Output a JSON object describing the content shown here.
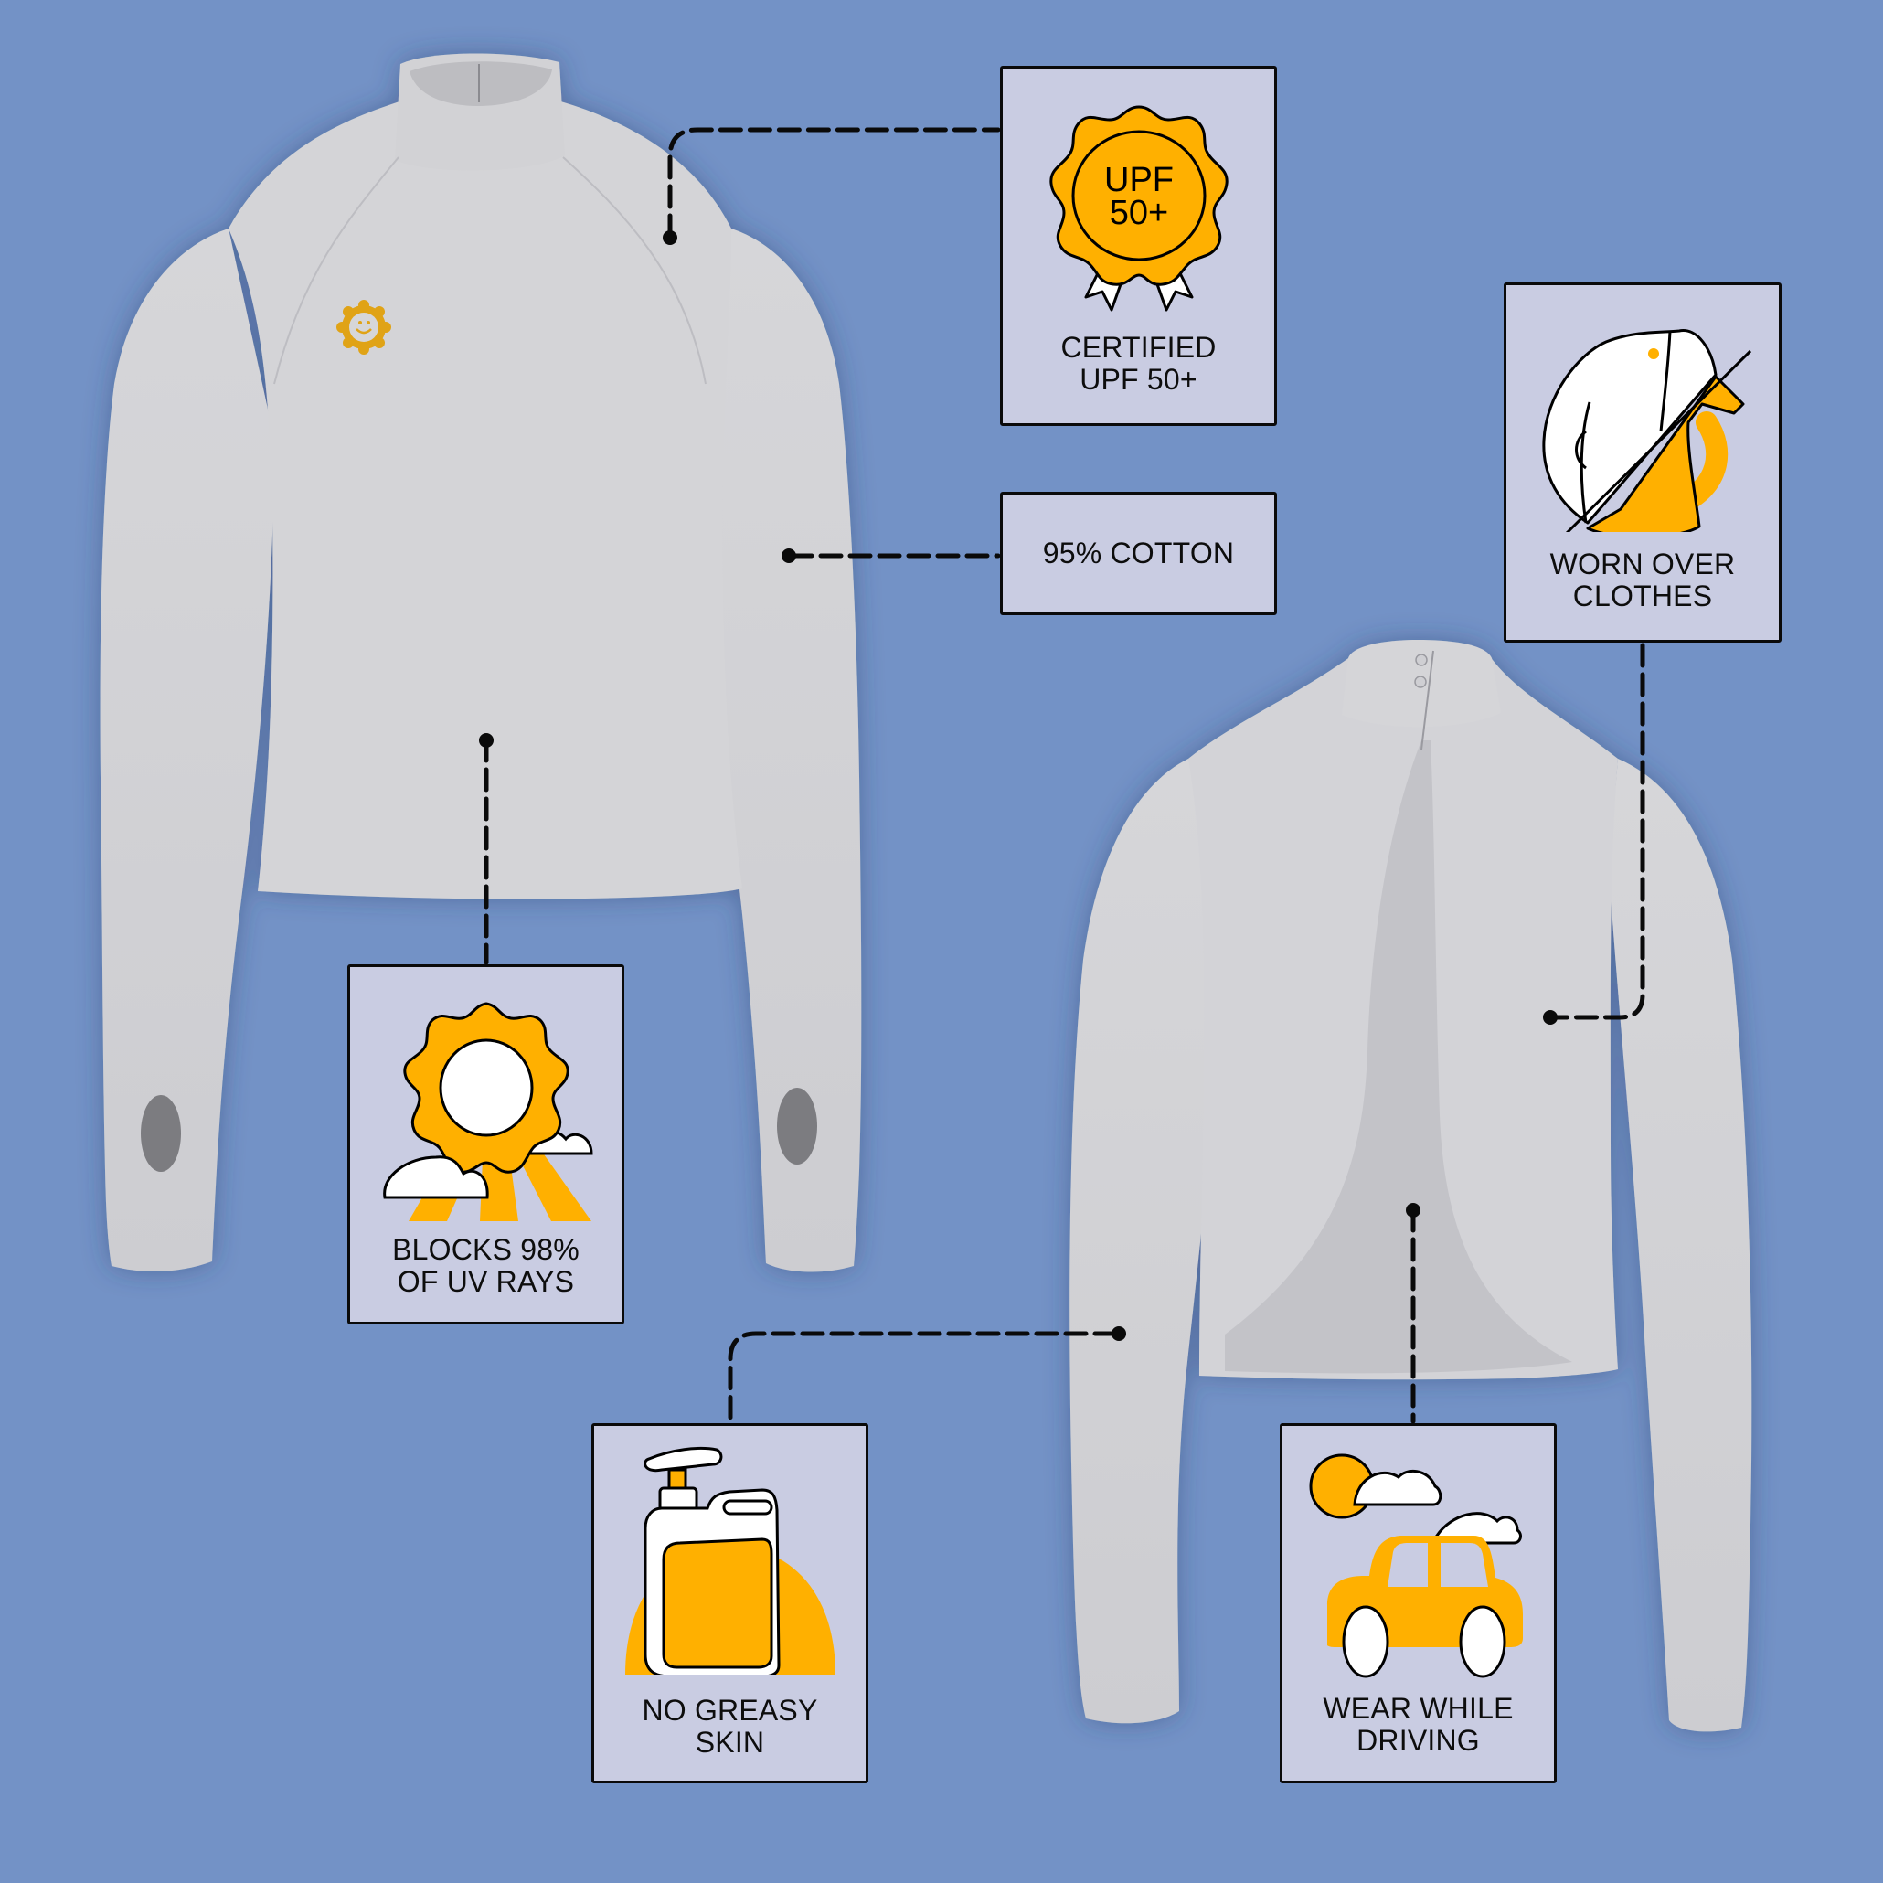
{
  "page": {
    "background_color": "#7392C6",
    "callout_fill": "#C9CCE2",
    "accent_color": "#FFB000",
    "line_color": "#0A0A0A"
  },
  "product": {
    "front_view": {
      "logo": "smiling-sun-embroidery",
      "color": "#D3D3D6"
    },
    "back_view": {
      "features": [
        "button-collar",
        "split-back"
      ],
      "color": "#D3D3D6"
    }
  },
  "callouts": [
    {
      "id": "upf",
      "icon": "upf-badge-icon",
      "badge_text_line1": "UPF",
      "badge_text_line2": "50+",
      "label": "CERTIFIED\nUPF 50+"
    },
    {
      "id": "cotton",
      "icon": null,
      "label": "95% COTTON"
    },
    {
      "id": "worn-over",
      "icon": "worn-over-clothes-icon",
      "label": "WORN OVER\nCLOTHES"
    },
    {
      "id": "uv",
      "icon": "sun-rays-icon",
      "label": "BLOCKS 98%\nOF UV RAYS"
    },
    {
      "id": "greasy",
      "icon": "lotion-bottle-icon",
      "label": "NO GREASY\nSKIN"
    },
    {
      "id": "driving",
      "icon": "car-icon",
      "label": "WEAR WHILE\nDRIVING"
    }
  ]
}
